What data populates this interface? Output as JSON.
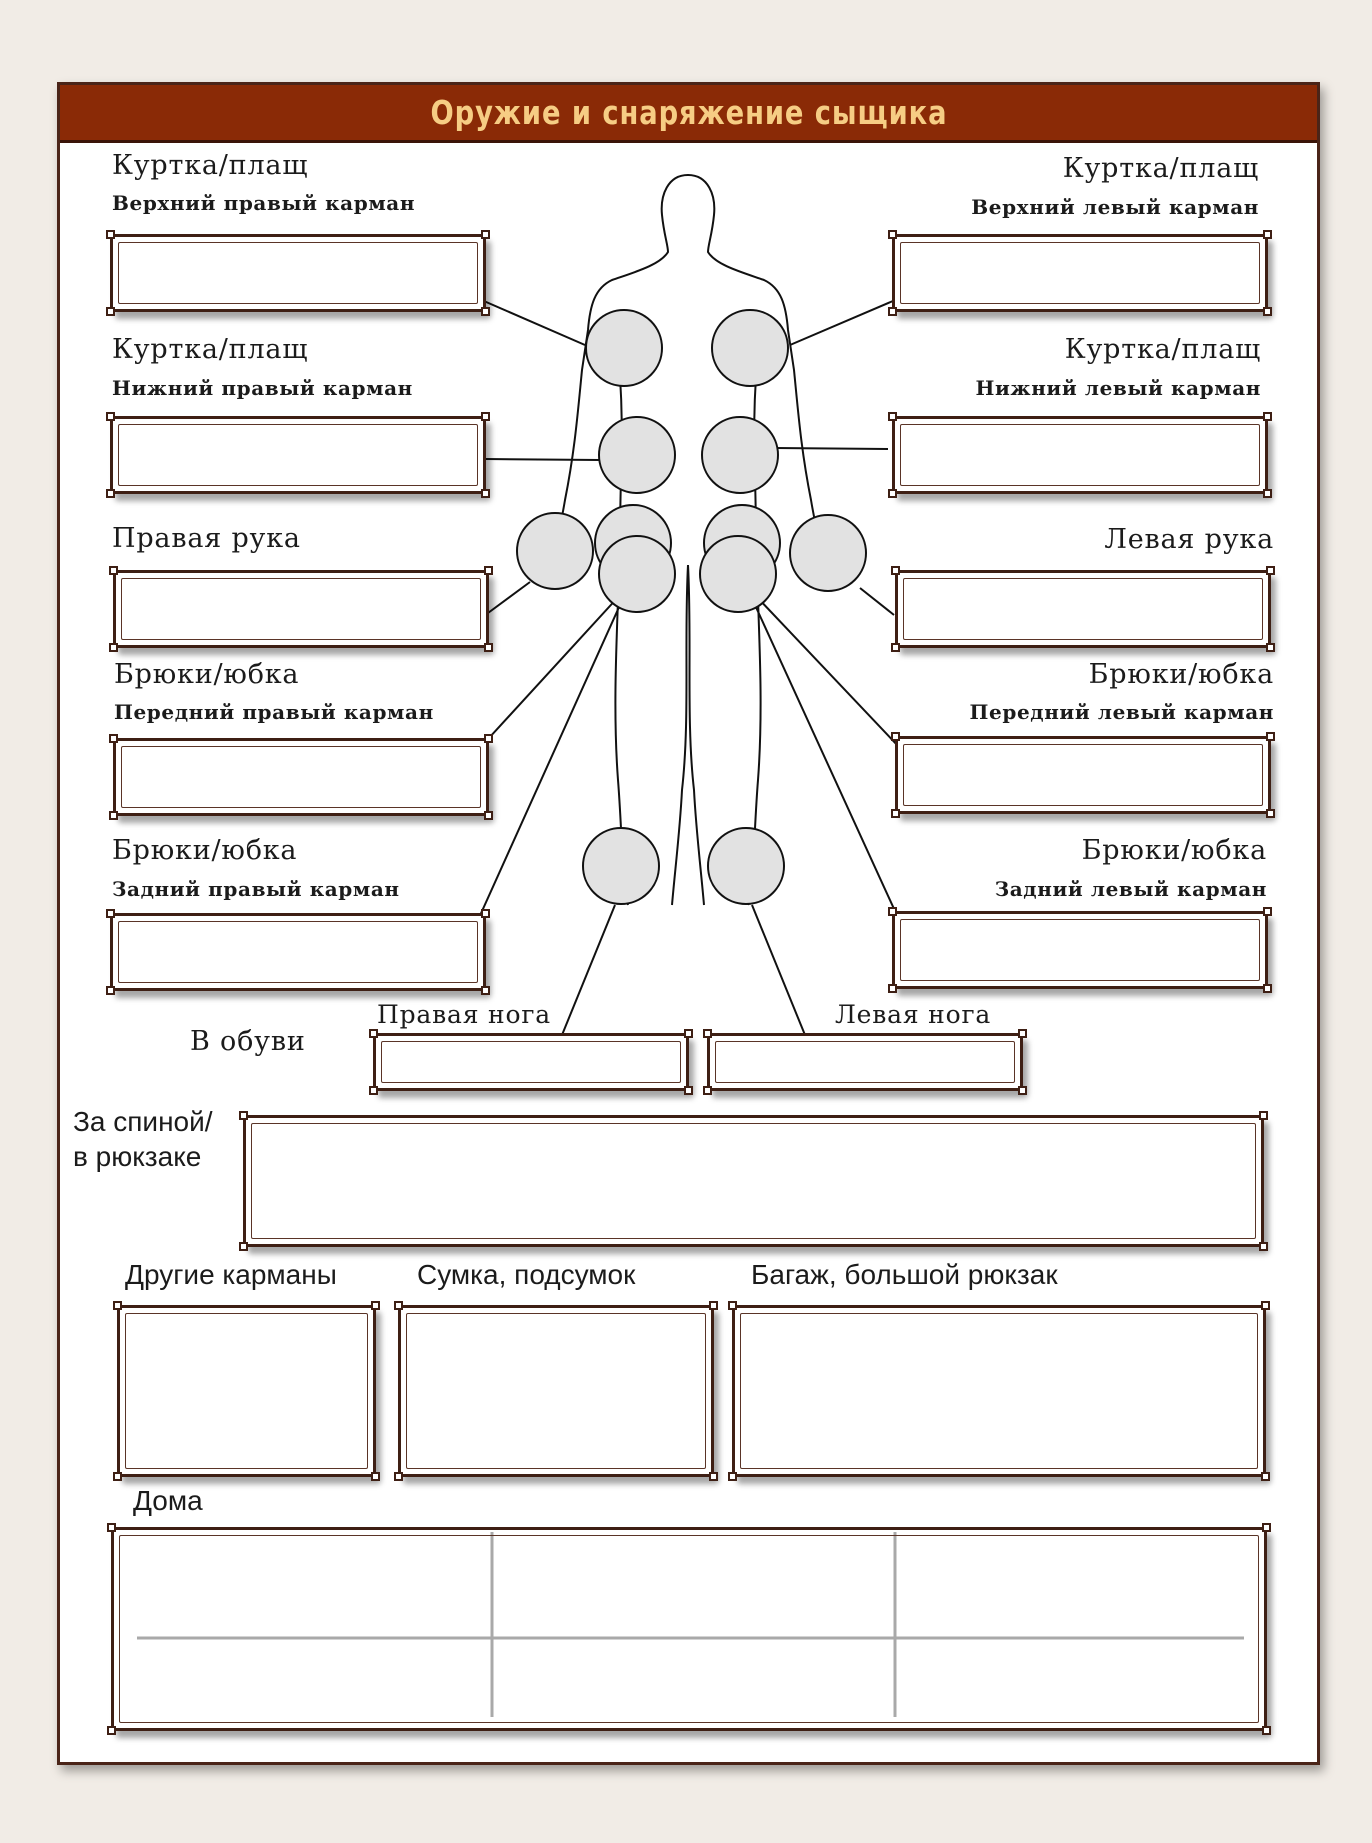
{
  "title": "Оружие и снаряжение сыщика",
  "left": {
    "jacket_top": {
      "title": "Куртка/плащ",
      "sub": "Верхний правый карман"
    },
    "jacket_bottom": {
      "title": "Куртка/плащ",
      "sub": "Нижний правый карман"
    },
    "hand": {
      "title": "Правая рука"
    },
    "pants_front": {
      "title": "Брюки/юбка",
      "sub": "Передний правый карман"
    },
    "pants_back": {
      "title": "Брюки/юбка",
      "sub": "Задний правый карман"
    }
  },
  "right": {
    "jacket_top": {
      "title": "Куртка/плащ",
      "sub": "Верхний левый карман"
    },
    "jacket_bottom": {
      "title": "Куртка/плащ",
      "sub": "Нижний левый карман"
    },
    "hand": {
      "title": "Левая рука"
    },
    "pants_front": {
      "title": "Брюки/юбка",
      "sub": "Передний левый карман"
    },
    "pants_back": {
      "title": "Брюки/юбка",
      "sub": "Задний левый карман"
    }
  },
  "shoes": {
    "label": "В обуви",
    "right_leg": "Правая нога",
    "left_leg": "Левая нога"
  },
  "back": {
    "line1": "За спиной/",
    "line2": "в рюкзаке"
  },
  "other_pockets": "Другие карманы",
  "bag": "Сумка, подсумок",
  "luggage": "Багаж, большой рюкзак",
  "home": "Дома",
  "colors": {
    "title_bg": "#8a2a06",
    "title_text": "#f6cd84",
    "frame": "#3e1f14",
    "marker_fill": "#e2e2e2",
    "paper": "#f1ece6"
  }
}
